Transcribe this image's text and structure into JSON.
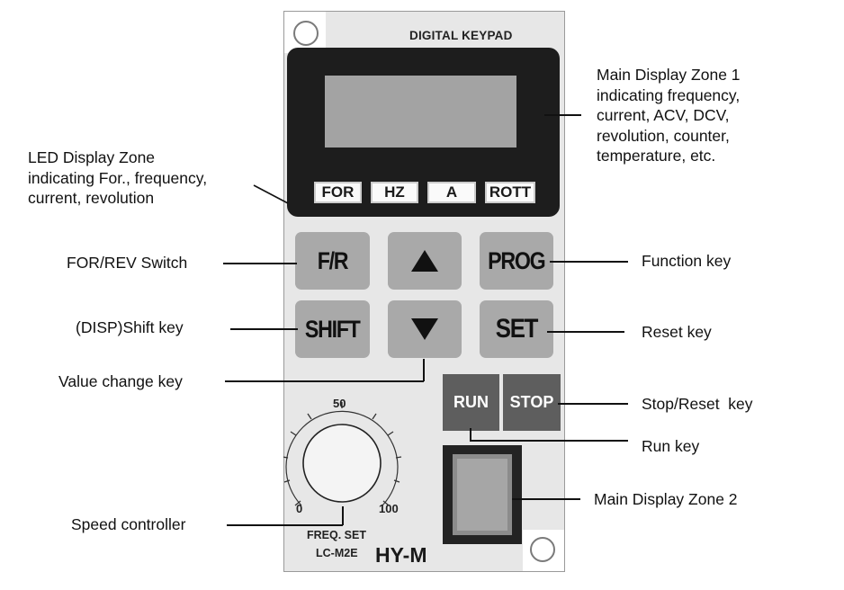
{
  "panel": {
    "title": "DIGITAL KEYPAD",
    "indicators": [
      "FOR",
      "HZ",
      "A",
      "ROTT"
    ],
    "keys": {
      "fr": "F/R",
      "up_icon": "up-arrow",
      "prog": "PROG",
      "shift": "SHIFT",
      "down_icon": "down-arrow",
      "set": "SET",
      "run": "RUN",
      "stop": "STOP"
    },
    "dial": {
      "min_label": "0",
      "mid_label": "50",
      "max_label": "100",
      "caption": "FREQ. SET"
    },
    "model_code": "LC-M2E",
    "model_name": "HY-M"
  },
  "callouts": {
    "main_display_1": [
      "Main Display Zone 1",
      "indicating frequency,",
      "current, ACV, DCV,",
      "revolution, counter,",
      "temperature, etc."
    ],
    "led_display": [
      "LED Display Zone",
      "indicating For., frequency,",
      "current, revolution"
    ],
    "for_rev_switch": "FOR/REV Switch",
    "function_key": "Function key",
    "shift_key": "(DISP)Shift key",
    "reset_key": "Reset key",
    "value_change_key": "Value change key",
    "stop_reset_key": "Stop/Reset  key",
    "run_key": "Run key",
    "main_display_2": "Main Display Zone 2",
    "speed_controller": "Speed controller"
  }
}
